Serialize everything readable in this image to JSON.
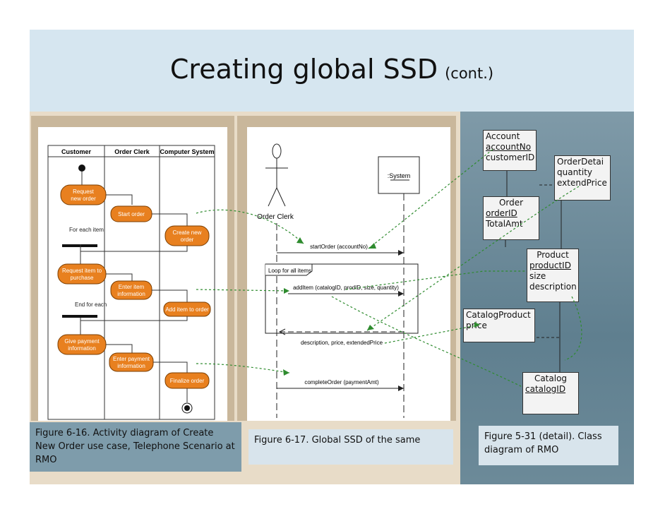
{
  "title": {
    "main": "Creating global SSD",
    "sub": "(cont.)"
  },
  "activity": {
    "lanes": [
      "Customer",
      "Order Clerk",
      "Computer System"
    ],
    "nodes": {
      "request_new_order": [
        "Request",
        "new order"
      ],
      "start_order": [
        "Start order"
      ],
      "create_new_order": [
        "Create new",
        "order"
      ],
      "request_item": [
        "Request item to",
        "purchase"
      ],
      "enter_item_info": [
        "Enter item",
        "information"
      ],
      "add_item": [
        "Add item to order"
      ],
      "give_payment": [
        "Give payment",
        "information"
      ],
      "enter_payment": [
        "Enter payment",
        "information"
      ],
      "finalize_order": [
        "Finalize order"
      ]
    },
    "for_each_item": "For each item",
    "end_for_each": "End for each"
  },
  "ssd": {
    "actor": "Order Clerk",
    "system": ":System",
    "loop_label": "Loop for all items",
    "msg_start": "startOrder (accountNo)",
    "msg_additem": "addItem (catalogID, prodID, size, quantity)",
    "msg_return": "description, price, extendedPrice",
    "msg_complete": "completeOrder (paymentAmt)"
  },
  "classes": {
    "account": {
      "name": "Account",
      "attrs": [
        "accountNo",
        "customerID"
      ]
    },
    "orderdetail": {
      "name": "OrderDetai",
      "attrs": [
        "quantity",
        "extendPrice"
      ]
    },
    "order": {
      "name": "Order",
      "attrs": [
        "orderID",
        "TotalAmt"
      ]
    },
    "product": {
      "name": "Product",
      "attrs": [
        "productID",
        "size",
        "description"
      ]
    },
    "catalogproduct": {
      "name": "CatalogProduct",
      "attrs": [
        "price"
      ]
    },
    "catalog": {
      "name": "Catalog",
      "attrs": [
        "catalogID"
      ]
    }
  },
  "captions": {
    "fig616": "Figure 6-16. Activity diagram of Create New Order use case, Telephone Scenario at RMO",
    "fig617": "Figure 6-17. Global SSD of the same",
    "fig531": "Figure 5-31 (detail). Class diagram of RMO"
  },
  "colors": {
    "node": "#e8801f",
    "connector": "#2e8b2e",
    "title_band": "#d6e6f0"
  }
}
